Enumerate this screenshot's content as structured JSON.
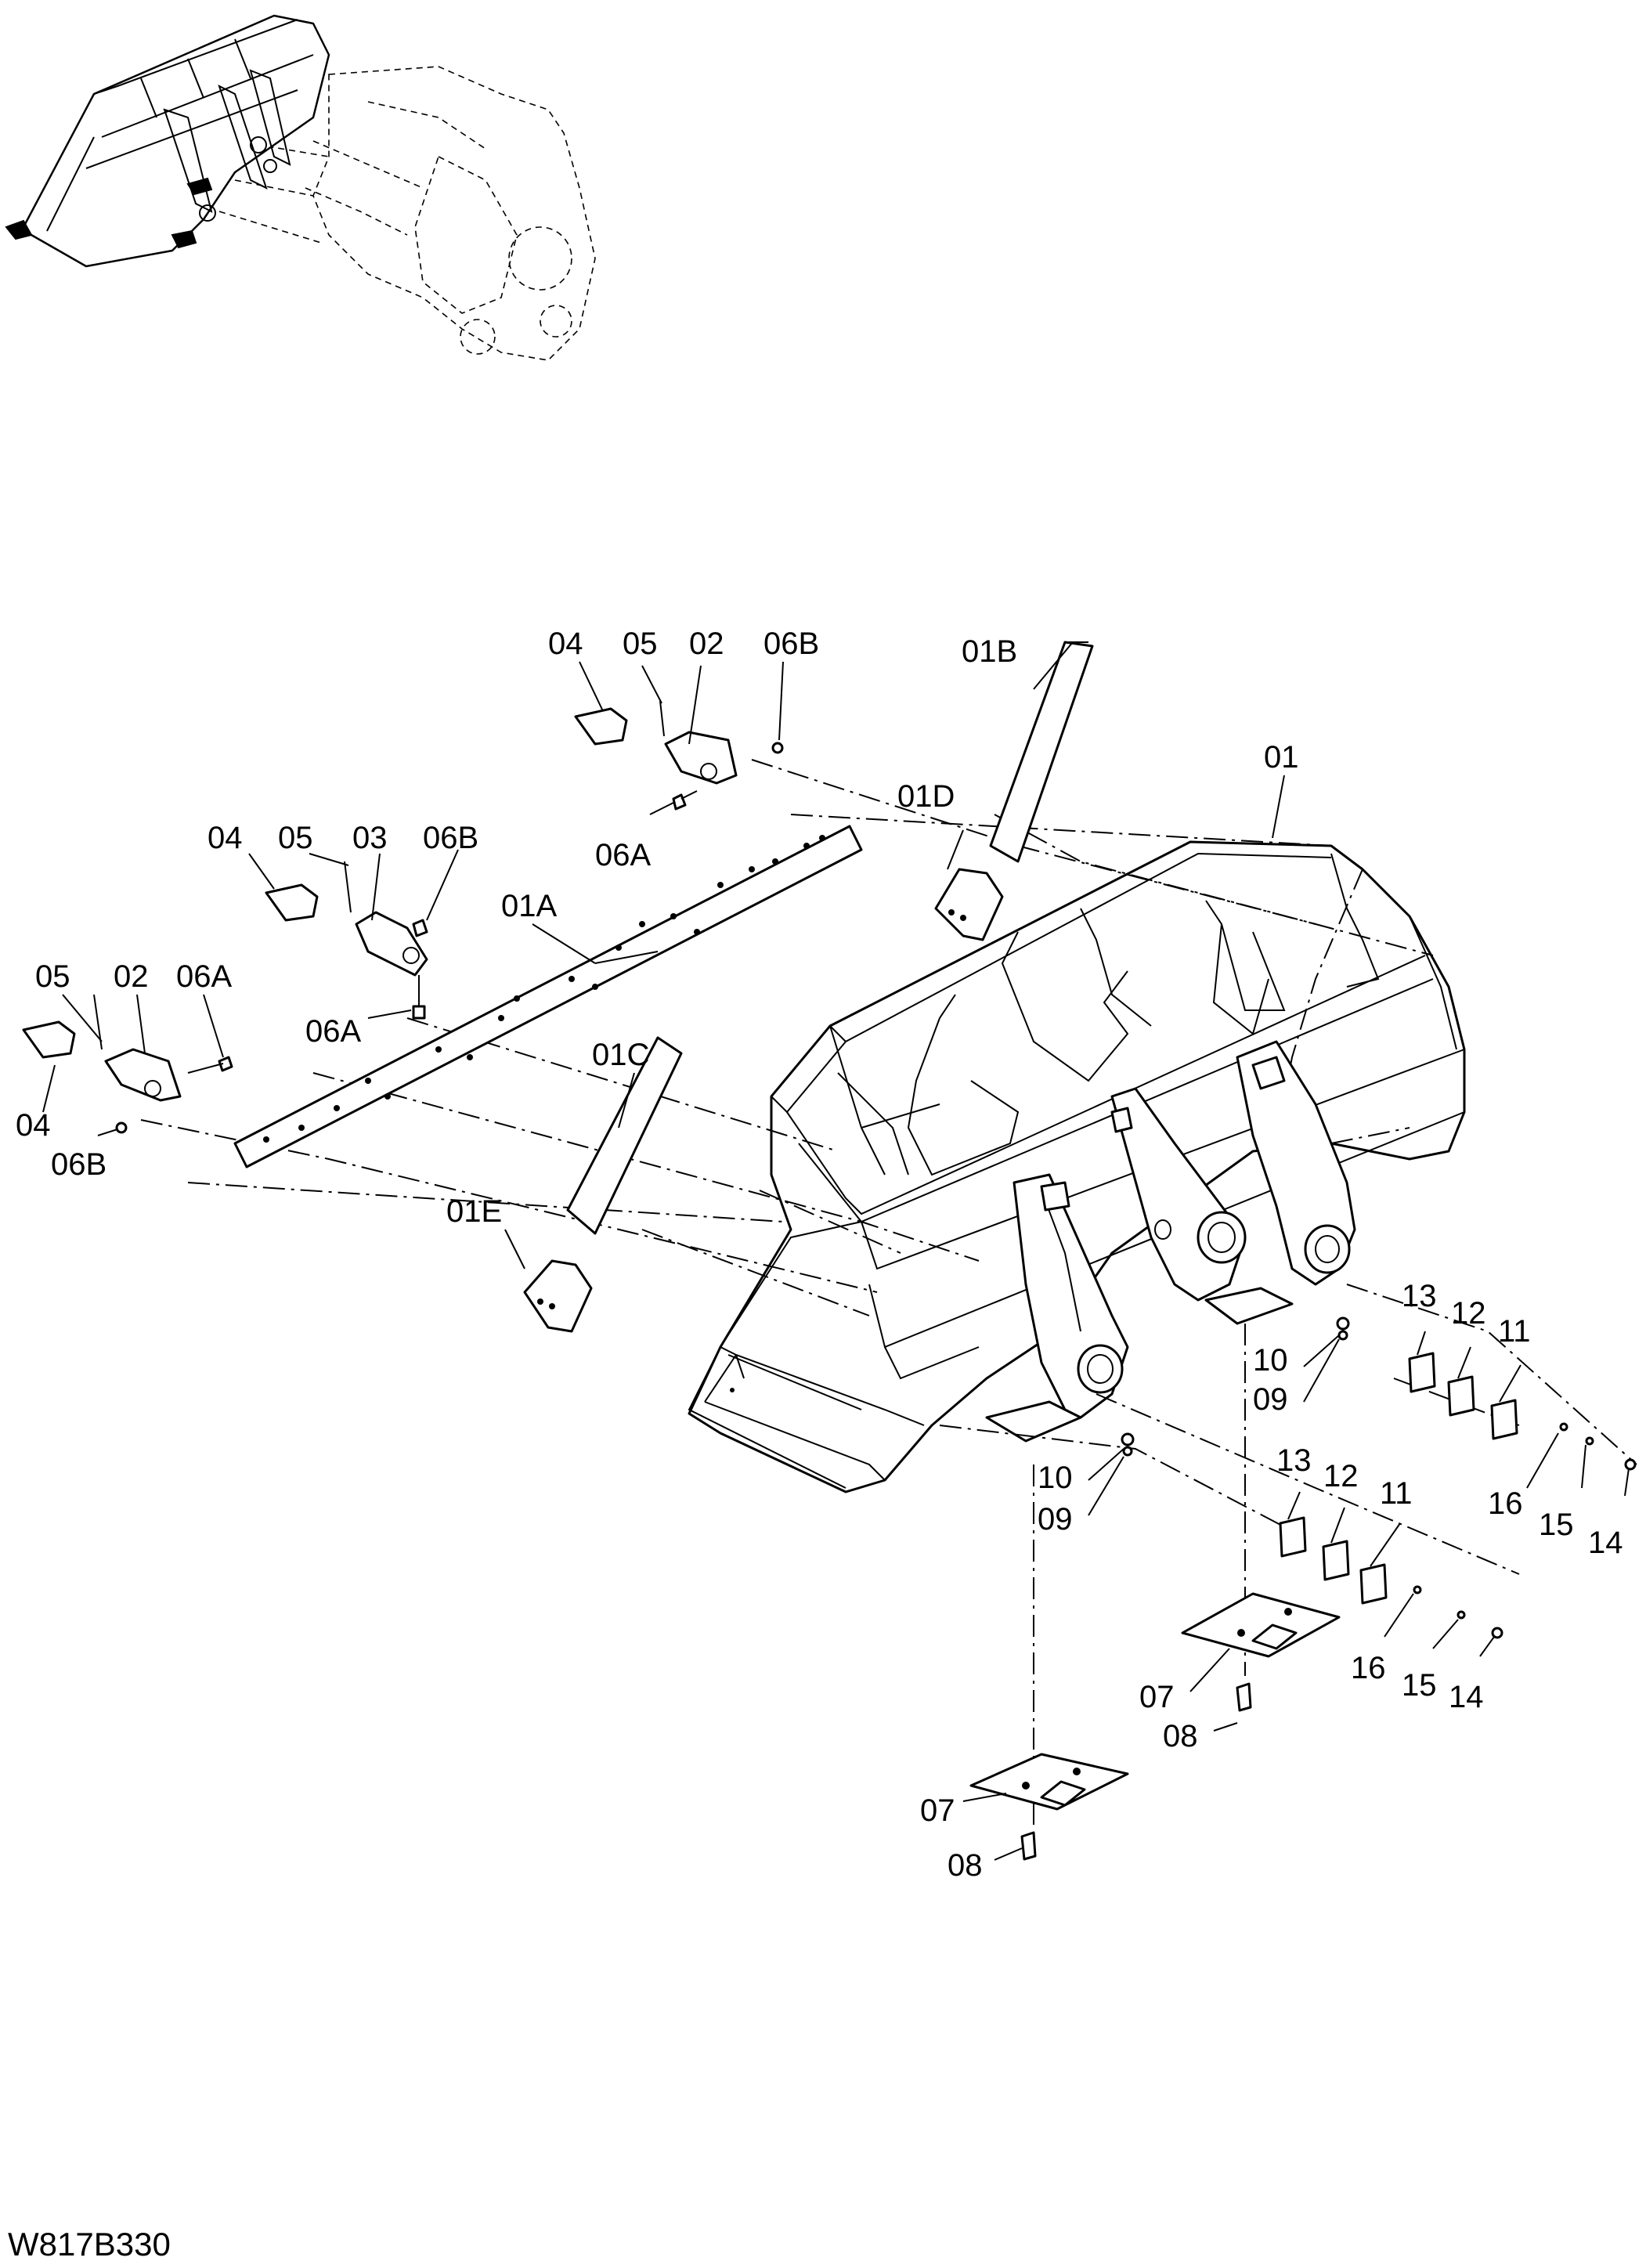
{
  "drawing_code": "W817B330",
  "part_labels": {
    "p01": "01",
    "p01A": "01A",
    "p01B": "01B",
    "p01C": "01C",
    "p01D": "01D",
    "p01E": "01E",
    "p02a": "02",
    "p02b": "02",
    "p03": "03",
    "p04a": "04",
    "p04b": "04",
    "p04c": "04",
    "p05a": "05",
    "p05b": "05",
    "p05c": "05",
    "p06A_a": "06A",
    "p06A_b": "06A",
    "p06A_c": "06A",
    "p06B_a": "06B",
    "p06B_b": "06B",
    "p06B_c": "06B",
    "p07a": "07",
    "p07b": "07",
    "p08a": "08",
    "p08b": "08",
    "p09a": "09",
    "p09b": "09",
    "p10a": "10",
    "p10b": "10",
    "p11a": "11",
    "p11b": "11",
    "p12a": "12",
    "p12b": "12",
    "p13a": "13",
    "p13b": "13",
    "p14a": "14",
    "p14b": "14",
    "p15a": "15",
    "p15b": "15",
    "p16a": "16",
    "p16b": "16"
  }
}
